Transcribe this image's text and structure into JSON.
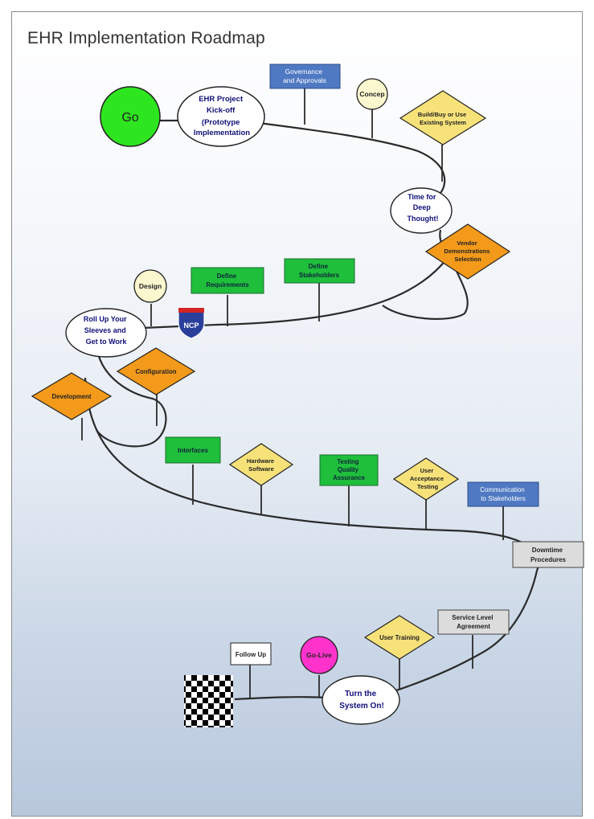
{
  "title": "EHR Implementation Roadmap",
  "colors": {
    "green": "#1fbf3c",
    "go_circle": "#2ee61f",
    "yellow": "#f7e27a",
    "orange": "#f39a1a",
    "blue": "#4f79c2",
    "gray": "#dcdcdc",
    "magenta": "#ff33cc",
    "cream": "#fbf7cf",
    "road": "#2b2b2b",
    "label_navy": "#10107a"
  },
  "nodes": {
    "go": "Go",
    "kickoff": [
      "EHR Project",
      "Kick-off",
      "(Prototype",
      "Implementation"
    ],
    "governance": [
      "Governance",
      "and Approvals"
    ],
    "concept": "Concep",
    "build_buy": [
      "Build/Buy or Use",
      "Existing System"
    ],
    "time_thought": [
      "Time for",
      "Deep",
      "Thought!"
    ],
    "vendor": [
      "Vendor",
      "Demonstrations",
      "Selection"
    ],
    "define_requirements": [
      "Define",
      "Requirements"
    ],
    "define_stakeholders": [
      "Define",
      "Stakeholders"
    ],
    "design": "Design",
    "ncp": "NCP",
    "roll_up": [
      "Roll Up Your",
      "Sleeves and",
      "Get to Work"
    ],
    "configuration": "Configuration",
    "development": "Development",
    "interfaces": "Interfaces",
    "hardware": [
      "Hardware",
      "Software"
    ],
    "testing": [
      "Testing",
      "Quality",
      "Assurance"
    ],
    "user_acceptance": [
      "User",
      "Acceptance",
      "Testing"
    ],
    "communication": [
      "Communication",
      "to Stakeholders"
    ],
    "downtime": [
      "Downtime",
      "Procedures"
    ],
    "service_level": [
      "Service Level",
      "Agreement"
    ],
    "user_training": "User Training",
    "follow_up": "Follow Up",
    "go_live": "Go-Live",
    "turn_on": [
      "Turn the",
      "System On!"
    ]
  }
}
